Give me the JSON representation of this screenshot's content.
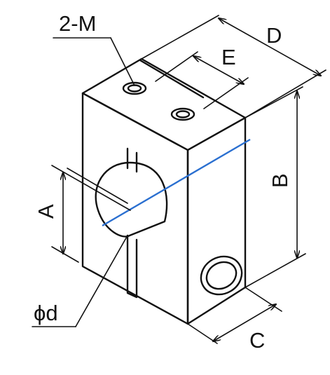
{
  "labels": {
    "thread": "2-M",
    "d": "D",
    "e": "E",
    "b": "B",
    "a": "A",
    "c": "C",
    "bore": "ϕd"
  },
  "colors": {
    "line": "#111111",
    "axis": "#2a6fd0",
    "background": "#ffffff"
  }
}
